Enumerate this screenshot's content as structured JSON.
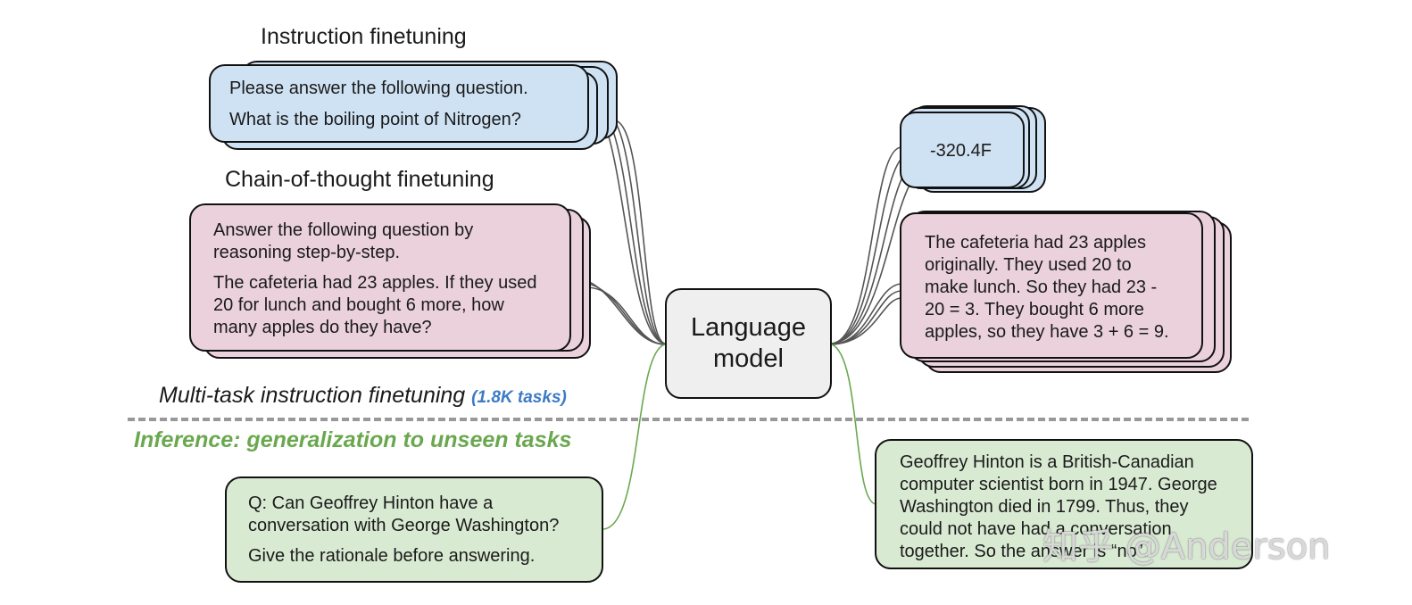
{
  "sections": {
    "instruction": "Instruction finetuning",
    "cot": "Chain-of-thought finetuning",
    "multitask": "Multi-task instruction finetuning",
    "multitask_count": "(1.8K tasks)",
    "inference": "Inference: generalization to unseen tasks"
  },
  "model": {
    "line1": "Language",
    "line2": "model"
  },
  "inputs": {
    "instruction": {
      "line1": "Please answer the following question.",
      "line2": "What is the boiling point of Nitrogen?"
    },
    "cot": {
      "para1": "Answer the following question by reasoning step-by-step.",
      "para2": "The cafeteria had 23 apples. If they used 20 for lunch and bought 6 more, how many apples do they have?"
    },
    "inference": {
      "para1": "Q: Can Geoffrey Hinton have a conversation with George Washington?",
      "para2": "Give the rationale before answering."
    }
  },
  "outputs": {
    "instruction": "-320.4F",
    "cot": "The cafeteria had 23 apples originally. They used 20 to make lunch. So they had 23 - 20 = 3. They bought 6 more apples, so they have 3 + 6 = 9.",
    "inference": "Geoffrey Hinton is a British-Canadian computer scientist born in 1947. George Washington died in 1799. Thus, they could not have had a conversation together. So the answer is “no”."
  },
  "watermark": "知乎 @Anderson",
  "colors": {
    "blue_card": "#cfe2f3",
    "pink_card": "#ead1dc",
    "green_card": "#d9ead3",
    "model_box": "#efefef",
    "inference_green": "#6aa84f",
    "count_blue": "#3d7bc4"
  }
}
